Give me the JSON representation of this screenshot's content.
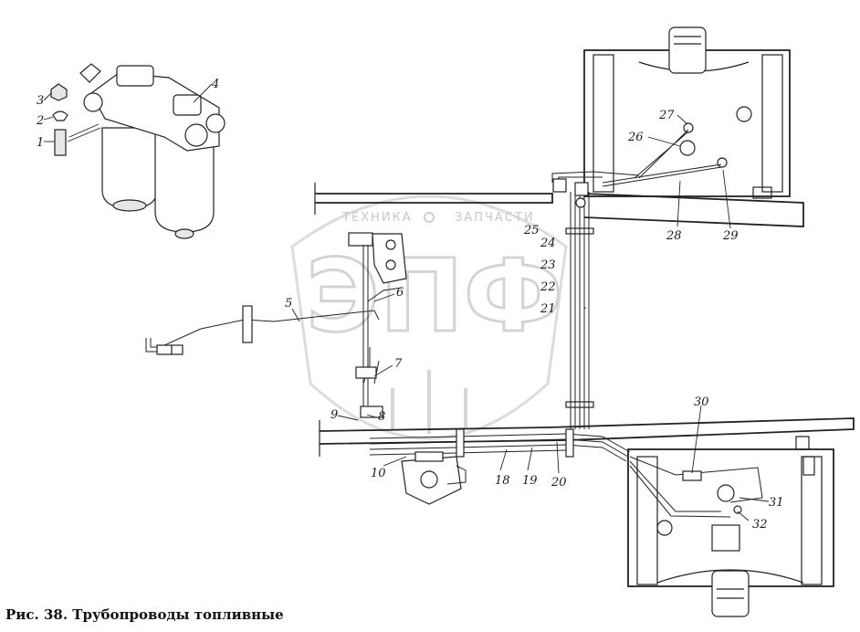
{
  "caption": "Рис. 38. Трубопроводы топливные",
  "watermark": {
    "left": "ТЕХНИКА",
    "right": "ЗАПЧАСТИ",
    "logo": "ЭПФ"
  },
  "callouts": {
    "c1": "1",
    "c2": "2",
    "c3": "3",
    "c4": "4",
    "c5": "5",
    "c6": "6",
    "c7": "7",
    "c8": "8",
    "c9": "9",
    "c10": "10",
    "c18": "18",
    "c19": "19",
    "c20": "20",
    "c21": "21",
    "c22": "22",
    "c23": "23",
    "c24": "24",
    "c25": "25",
    "c26": "26",
    "c27": "27",
    "c28": "28",
    "c29": "29",
    "c30": "30",
    "c31": "31",
    "c32": "32"
  }
}
